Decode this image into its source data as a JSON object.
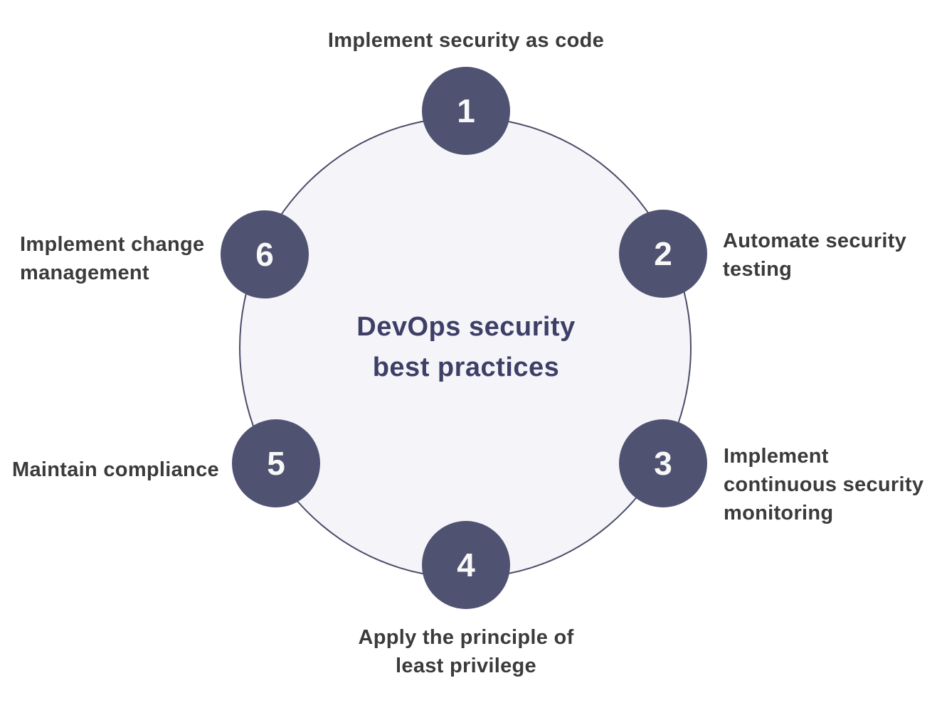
{
  "diagram": {
    "title": {
      "text": "DevOps security best practices",
      "lines": [
        "DevOps security",
        "best practices"
      ]
    },
    "steps": [
      {
        "number": "1",
        "label": "Implement security as code",
        "label_lines": [
          "Implement security as code"
        ],
        "position": "top"
      },
      {
        "number": "2",
        "label": "Automate security testing",
        "label_lines": [
          "Automate security",
          "testing"
        ],
        "position": "upper-right"
      },
      {
        "number": "3",
        "label": "Implement continuous security monitoring",
        "label_lines": [
          "Implement",
          "continuous security",
          "monitoring"
        ],
        "position": "lower-right"
      },
      {
        "number": "4",
        "label": "Apply the principle of least privilege",
        "label_lines": [
          "Apply the principle of",
          "least privilege"
        ],
        "position": "bottom"
      },
      {
        "number": "5",
        "label": "Maintain compliance",
        "label_lines": [
          "Maintain compliance"
        ],
        "position": "lower-left"
      },
      {
        "number": "6",
        "label": "Implement change management",
        "label_lines": [
          "Implement change",
          "management"
        ],
        "position": "upper-left"
      }
    ],
    "colors": {
      "step_circle_fill": "#505272",
      "step_number_text": "#f8f8f8",
      "ring_fill": "#f4f4f9",
      "ring_stroke": "#4b4d68",
      "title_text": "#3d3f66",
      "label_text": "#3b3b3b",
      "background": "#ffffff"
    }
  }
}
